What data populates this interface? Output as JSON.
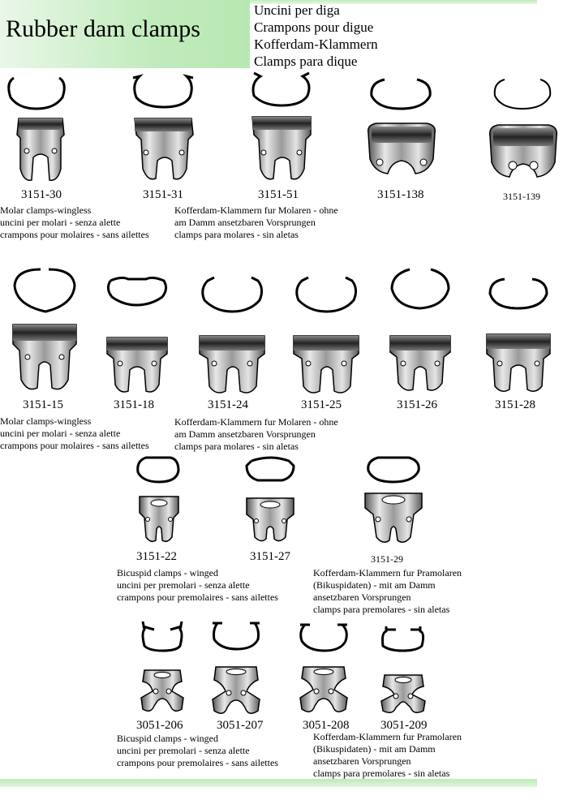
{
  "header": {
    "title": "Rubber dam clamps",
    "translations": [
      "Uncini per diga",
      "Crampons pour digue",
      "Kofferdam-Klammern",
      "Clamps para dique"
    ]
  },
  "row1": {
    "codes": [
      "3151-30",
      "3151-31",
      "3151-51",
      "3151-138",
      "3151-139"
    ],
    "desc_left": [
      "Molar clamps-wingless",
      "uncini per molari - senza alette",
      "crampons pour molaires - sans ailettes"
    ],
    "desc_right": [
      "Kofferdam-Klammern fur Molaren - ohne",
      "am Damm ansetzbaren Vorsprungen",
      "clamps para molares - sin aletas"
    ]
  },
  "row2": {
    "codes": [
      "3151-15",
      "3151-18",
      "3151-24",
      "3151-25",
      "3151-26",
      "3151-28"
    ],
    "desc_left": [
      "Molar clamps-wingless",
      "uncini per molari - senza alette",
      "crampons pour molaires - sans ailettes"
    ],
    "desc_right": [
      "Kofferdam-Klammern fur Molaren - ohne",
      "am Damm ansetzbaren Vorsprungen",
      "clamps para molares - sin aletas"
    ]
  },
  "row3": {
    "codes": [
      "3151-22",
      "3151-27",
      "3151-29"
    ],
    "desc_left": [
      "Bicuspid clamps - winged",
      "uncini per premolari - senza alette",
      "crampons pour premolaires - sans ailettes"
    ],
    "desc_right": [
      "Kofferdam-Klammern fur Pramolaren",
      "(Bikuspidaten) - mit am Damm",
      "ansetzbaren Vorsprungen",
      "clamps para premolares - sin aletas"
    ]
  },
  "row4": {
    "codes": [
      "3051-206",
      "3051-207",
      "3051-208",
      "3051-209"
    ],
    "desc_left": [
      "Bicuspid clamps - winged",
      "uncini per premolari - senza alette",
      "crampons pour premolaires - sans ailettes"
    ],
    "desc_right": [
      "Kofferdam-Klammern fur Pramolaren",
      "(Bikuspidaten) - mit am Damm",
      "ansetzbaren Vorsprungen",
      "clamps para premolares - sin aletas"
    ]
  }
}
